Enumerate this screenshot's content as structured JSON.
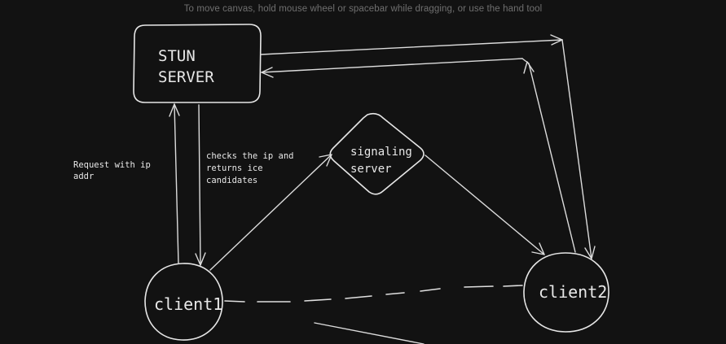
{
  "canvas_hint": "To move canvas, hold mouse wheel or spacebar while dragging, or use the hand tool",
  "nodes": {
    "stun_server": {
      "line1": "STUN",
      "line2": "SERVER"
    },
    "signaling_server": {
      "line1": "signaling",
      "line2": "server"
    },
    "client1": {
      "label": "client1"
    },
    "client2": {
      "label": "client2"
    }
  },
  "annotations": {
    "request": {
      "line1": "Request with ip",
      "line2": "addr"
    },
    "checks": {
      "line1": "checks the ip and",
      "line2": "returns ice",
      "line3": "candidates"
    }
  },
  "colors": {
    "background": "#121212",
    "stroke": "#e6e6e6",
    "hint_text": "#6f6f6f"
  }
}
